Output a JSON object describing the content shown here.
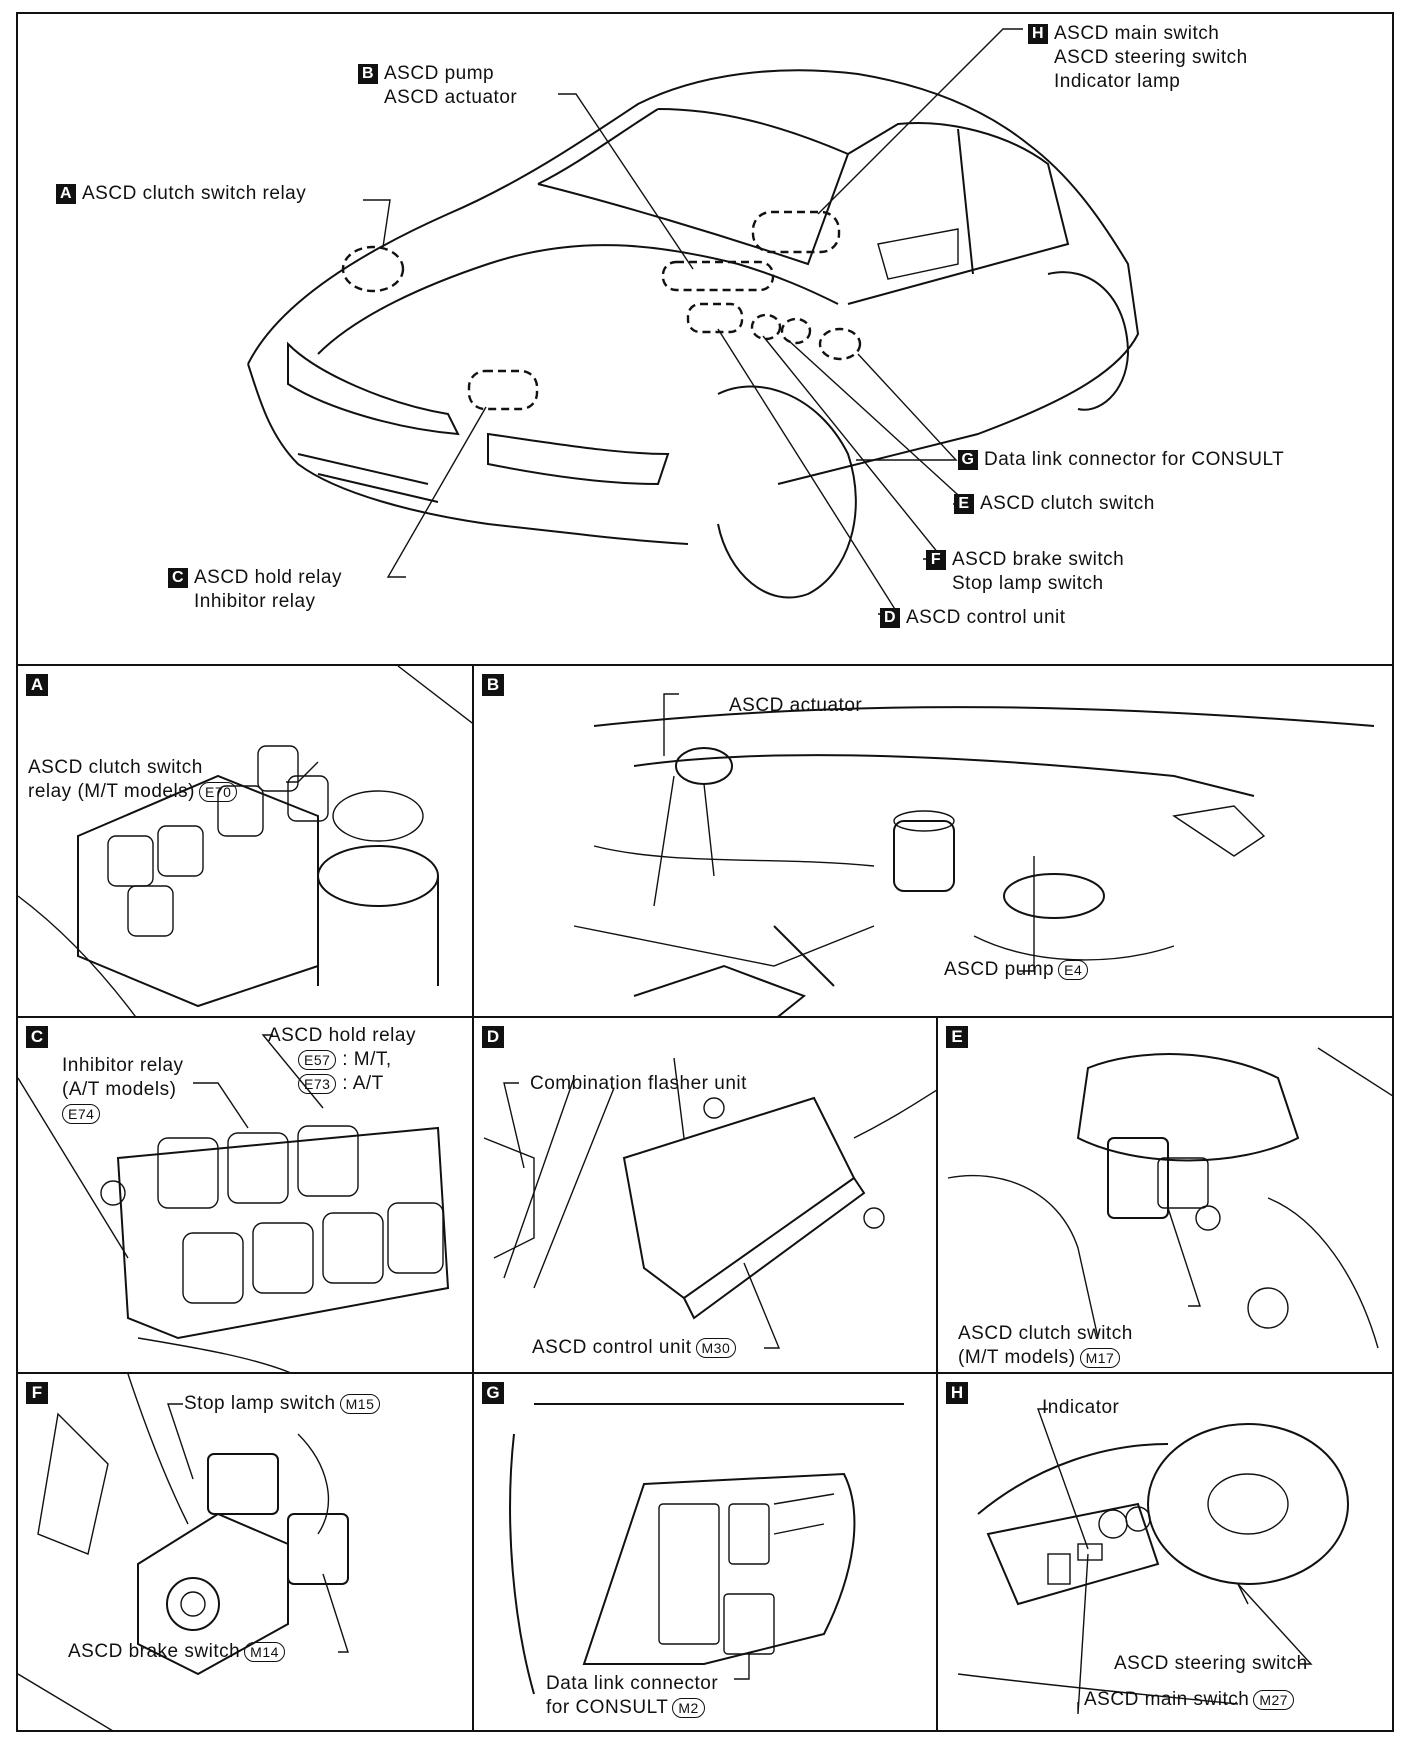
{
  "overview": {
    "callouts": {
      "A": {
        "badge": "A",
        "lines": [
          "ASCD clutch switch relay"
        ]
      },
      "B": {
        "badge": "B",
        "lines": [
          "ASCD pump",
          "ASCD actuator"
        ]
      },
      "C": {
        "badge": "C",
        "lines": [
          "ASCD hold relay",
          "Inhibitor relay"
        ]
      },
      "D": {
        "badge": "D",
        "lines": [
          "ASCD control unit"
        ]
      },
      "E": {
        "badge": "E",
        "lines": [
          "ASCD clutch switch"
        ]
      },
      "F": {
        "badge": "F",
        "lines": [
          "ASCD brake switch",
          "Stop lamp switch"
        ]
      },
      "G": {
        "badge": "G",
        "lines": [
          "Data link connector for CONSULT"
        ]
      },
      "H": {
        "badge": "H",
        "lines": [
          "ASCD main switch",
          "ASCD steering switch",
          "Indicator lamp"
        ]
      }
    }
  },
  "panels": {
    "A": {
      "badge": "A",
      "label_lines": [
        "ASCD clutch switch",
        "relay (M/T models)"
      ],
      "connector": "E70"
    },
    "B": {
      "badge": "B",
      "actuator_label": "ASCD actuator",
      "pump_label": "ASCD pump",
      "pump_connector": "E4"
    },
    "C": {
      "badge": "C",
      "inhibitor_lines": [
        "Inhibitor relay",
        "(A/T models)"
      ],
      "inhibitor_connector": "E74",
      "hold_label": "ASCD hold relay",
      "hold_mt_connector": "E57",
      "hold_mt_text": ": M/T,",
      "hold_at_connector": "E73",
      "hold_at_text": ": A/T"
    },
    "D": {
      "badge": "D",
      "flasher_label": "Combination flasher unit",
      "control_label": "ASCD control unit",
      "control_connector": "M30"
    },
    "E": {
      "badge": "E",
      "label_lines": [
        "ASCD clutch switch",
        "(M/T models)"
      ],
      "connector": "M17"
    },
    "F": {
      "badge": "F",
      "stop_label": "Stop lamp switch",
      "stop_connector": "M15",
      "brake_label": "ASCD brake switch",
      "brake_connector": "M14"
    },
    "G": {
      "badge": "G",
      "label_lines": [
        "Data link connector",
        "for CONSULT"
      ],
      "connector": "M2"
    },
    "H": {
      "badge": "H",
      "indicator_label": "Indicator",
      "steering_label": "ASCD steering switch",
      "main_label": "ASCD main switch",
      "main_connector": "M27"
    }
  }
}
